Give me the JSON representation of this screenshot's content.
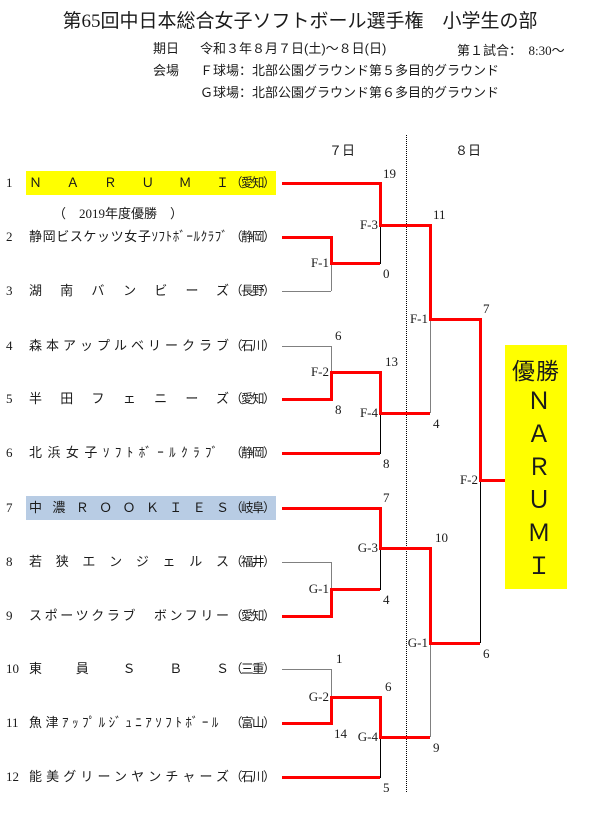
{
  "header": {
    "title": "第65回中日本総合女子ソフトボール選手権　小学生の部",
    "date_label": "期日",
    "date_value": "令和３年８月７日(土)～８日(日)",
    "first_game": "第１試合：　8:30～",
    "venue_label": "会場",
    "venue_f": "Ｆ球場：北部公園グラウンド第５多目的グラウンド",
    "venue_g": "Ｇ球場：北部公園グラウンド第６多目的グラウンド"
  },
  "bracket": {
    "day7_label": "７日",
    "day8_label": "８日",
    "teams": [
      {
        "no": "1",
        "name": "ＮＡＲＵＭＩ",
        "pref": "（愛知）",
        "highlight": "yellow",
        "note": "（　2019年度優勝　）"
      },
      {
        "no": "2",
        "name": "静岡ビスケッツ女子ｿﾌﾄﾎﾞｰﾙｸﾗﾌﾞ",
        "pref": "（静岡）"
      },
      {
        "no": "3",
        "name": "湖南バンビーズ",
        "pref": "（長野）"
      },
      {
        "no": "4",
        "name": "森本アップルベリークラブ",
        "pref": "（石川）"
      },
      {
        "no": "5",
        "name": "半田フェニーズ",
        "pref": "（愛知）"
      },
      {
        "no": "6",
        "name": "北浜女子ｿﾌﾄﾎﾞｰﾙｸﾗﾌﾞ",
        "pref": "（静岡）"
      },
      {
        "no": "7",
        "name": "中濃ＲＯＯＫＩＥＳ",
        "pref": "（岐阜）",
        "highlight": "blue"
      },
      {
        "no": "8",
        "name": "若狭エンジェルス",
        "pref": "（福井）"
      },
      {
        "no": "9",
        "name": "スポーツクラブ　ボンフリー",
        "pref": "（愛知）"
      },
      {
        "no": "10",
        "name": "東員ＳＢＳ",
        "pref": "（三重）"
      },
      {
        "no": "11",
        "name": "魚津ｱｯﾌﾟﾙｼﾞｭﾆｱｿﾌﾄﾎﾞｰﾙ",
        "pref": "（富山）"
      },
      {
        "no": "12",
        "name": "能美グリーンヤンチャーズ",
        "pref": "（石川）"
      }
    ],
    "match_labels": {
      "f1": "F-1",
      "f2": "F-2",
      "f3": "F-3",
      "f4": "F-4",
      "g1": "G-1",
      "g2": "G-2",
      "g3": "G-3",
      "g4": "G-4",
      "d8f1": "F-1",
      "d8g1": "G-1",
      "final": "F-2"
    },
    "scores": {
      "f3_top": "19",
      "f3_bottom": "0",
      "f2r1_top": "6",
      "f2r1_bottom": "8",
      "f4_top": "13",
      "f4_bottom": "8",
      "d8f1_top": "11",
      "d8f1_bottom": "4",
      "g3_top": "7",
      "g3_bottom": "4",
      "g2r1_top": "1",
      "g2r1_bottom": "14",
      "g4_top": "6",
      "g4_bottom": "5",
      "d8g1_top": "10",
      "d8g1_bottom": "9",
      "final_top": "7",
      "final_bottom": "6"
    }
  },
  "champion": {
    "label": "優勝",
    "name": "ＮＡＲＵＭＩ"
  },
  "colors": {
    "winner_path": "#ff0000",
    "loser_line": "#808080",
    "champion_bg": "#ffff00",
    "runner_up_bg": "#b8cce4"
  }
}
